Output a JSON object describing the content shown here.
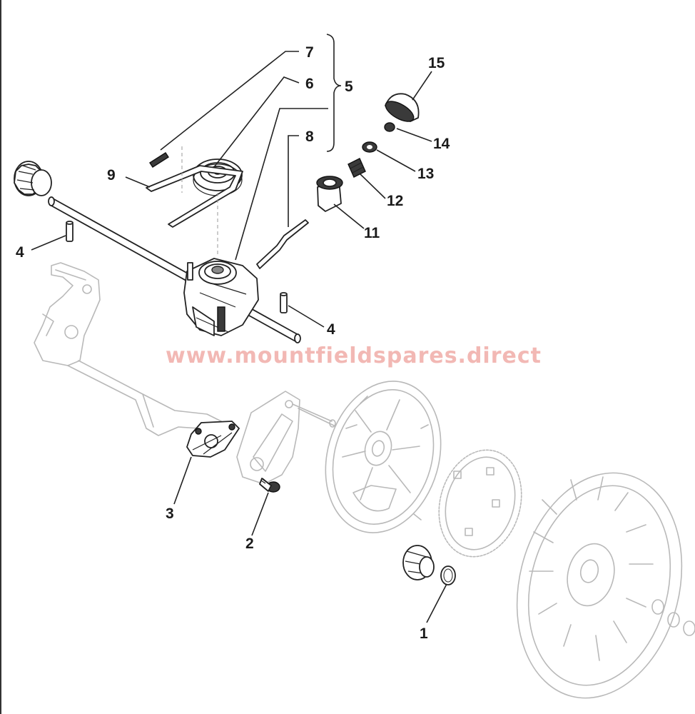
{
  "watermark": "www.mountfieldspares.direct",
  "callouts": {
    "c1": "1",
    "c2": "2",
    "c3": "3",
    "c4a": "4",
    "c4b": "4",
    "c5": "5",
    "c6": "6",
    "c7": "7",
    "c8": "8",
    "c9": "9",
    "c11": "11",
    "c12": "12",
    "c13": "13",
    "c14": "14",
    "c15": "15"
  },
  "colors": {
    "line": "#222222",
    "ghost": "#b9b9b9",
    "watermark": "#f2b8b4",
    "background": "#ffffff"
  }
}
